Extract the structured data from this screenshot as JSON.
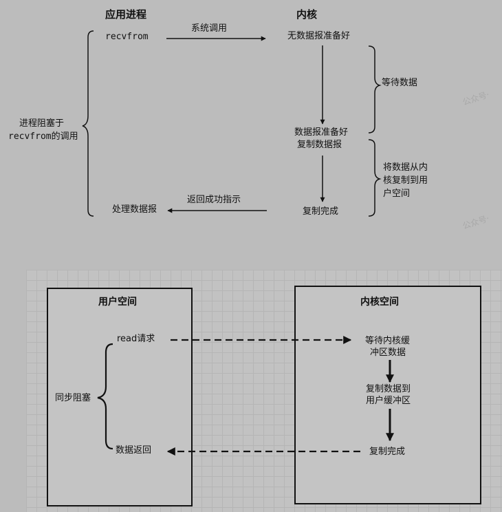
{
  "top_diagram": {
    "header_app": "应用进程",
    "header_kernel": "内核",
    "recvfrom_call": "recvfrom",
    "syscall_label": "系统调用",
    "kernel_no_data": "无数据报准备好",
    "wait_data": "等待数据",
    "data_ready_line1": "数据报准备好",
    "data_ready_line2": "复制数据报",
    "copy_note_line1": "将数据从内",
    "copy_note_line2": "核复制到用",
    "copy_note_line3": "户空间",
    "blocked_line1": "进程阻塞于",
    "blocked_line2": "recvfrom的调用",
    "handle_datagram": "处理数据报",
    "return_label": "返回成功指示",
    "copy_done": "复制完成",
    "watermark": "公众号·"
  },
  "bottom_diagram": {
    "user_space_title": "用户空间",
    "kernel_space_title": "内核空间",
    "read_request": "read请求",
    "sync_block": "同步阻塞",
    "data_return": "数据返回",
    "wait_buffer_line1": "等待内核缓",
    "wait_buffer_line2": "冲区数据",
    "copy_to_user_line1": "复制数据到",
    "copy_to_user_line2": "用户缓冲区",
    "copy_done": "复制完成"
  }
}
